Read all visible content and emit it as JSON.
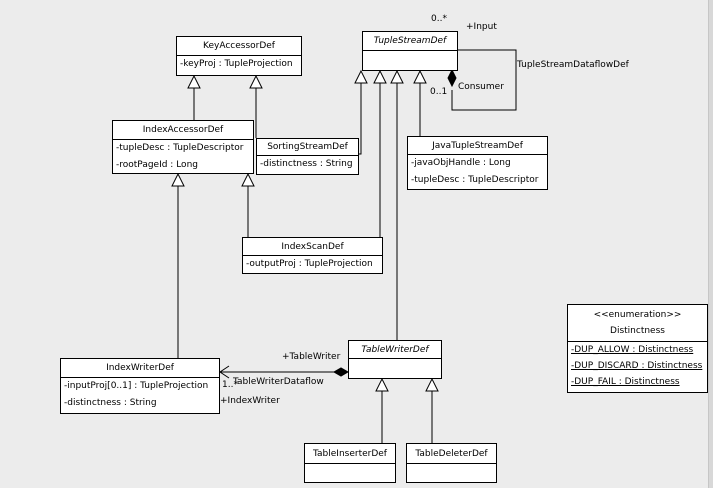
{
  "classes": {
    "key_accessor": {
      "name": "KeyAccessorDef",
      "attrs": [
        "-keyProj : TupleProjection"
      ]
    },
    "index_accessor": {
      "name": "IndexAccessorDef",
      "attrs": [
        "-tupleDesc : TupleDescriptor",
        "-rootPageId : Long"
      ]
    },
    "tuple_stream": {
      "name": "TupleStreamDef",
      "attrs": []
    },
    "sorting_stream": {
      "name": "SortingStreamDef",
      "attrs": [
        "-distinctness : String"
      ]
    },
    "java_tuple_stream": {
      "name": "JavaTupleStreamDef",
      "attrs": [
        "-javaObjHandle : Long",
        "-tupleDesc : TupleDescriptor"
      ]
    },
    "index_scan": {
      "name": "IndexScanDef",
      "attrs": [
        "-outputProj : TupleProjection"
      ]
    },
    "table_writer": {
      "name": "TableWriterDef",
      "attrs": []
    },
    "index_writer": {
      "name": "IndexWriterDef",
      "attrs": [
        "-inputProj[0..1] : TupleProjection",
        "-distinctness : String"
      ]
    },
    "table_inserter": {
      "name": "TableInserterDef",
      "attrs": []
    },
    "table_deleter": {
      "name": "TableDeleterDef",
      "attrs": []
    }
  },
  "enumeration": {
    "stereotype": "<<enumeration>>",
    "name": "Distinctness",
    "literals": [
      "-DUP_ALLOW : Distinctness",
      "-DUP_DISCARD : Distinctness",
      "-DUP_FAIL : Distinctness"
    ]
  },
  "labels": {
    "input_mult": "0..*",
    "input_role": "+Input",
    "consumer_mult": "0..1",
    "consumer_role": "Consumer",
    "dataflow_assoc": "TupleStreamDataflowDef",
    "table_writer_role": "+TableWriter",
    "index_writer_mult": "1..*",
    "table_writer_dataflow": "TableWriterDataflow",
    "index_writer_role": "+IndexWriter"
  }
}
